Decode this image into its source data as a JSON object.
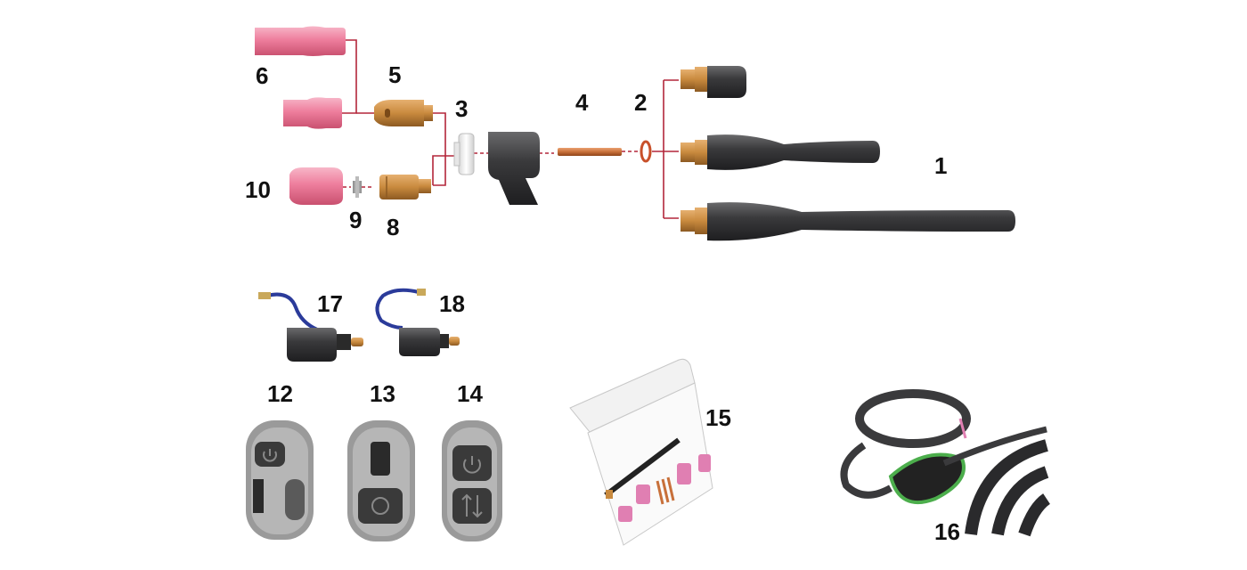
{
  "labels": {
    "n1": "1",
    "n2": "2",
    "n3": "3",
    "n4": "4",
    "n5": "5",
    "n6": "6",
    "n8": "8",
    "n9": "9",
    "n10": "10",
    "n12": "12",
    "n13": "13",
    "n14": "14",
    "n15": "15",
    "n16": "16",
    "n17": "17",
    "n18": "18"
  },
  "colors": {
    "connector_line": "#b3263a",
    "ceramic_nozzle": "#ef8aa6",
    "brass": "#c98a3e",
    "torch_body": "#3a3a3c",
    "switch_grey": "#9a9a9a",
    "cable_blue": "#2b3b9a"
  },
  "icons": {
    "part_12": "power-switch-icon",
    "part_13": "power-switch-icon",
    "part_14": "up-down-switch-icon"
  }
}
